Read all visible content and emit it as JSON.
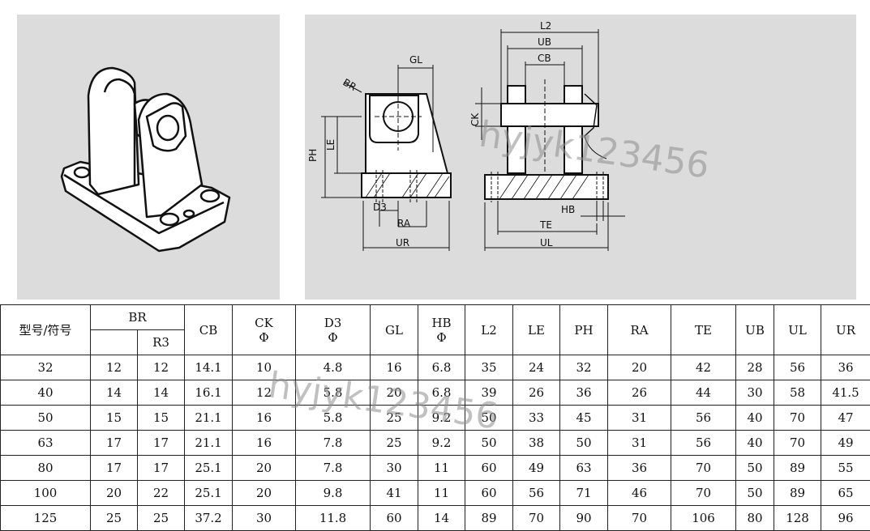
{
  "drawing": {
    "labels": {
      "L2": "L2",
      "UB": "UB",
      "CB": "CB",
      "GL": "GL",
      "BR": "BR",
      "CK": "CK",
      "PH": "PH",
      "LE": "LE",
      "D3": "D3",
      "RA": "RA",
      "UR": "UR",
      "HB": "HB",
      "TE": "TE",
      "UL": "UL"
    }
  },
  "watermark": "hyjyk123456",
  "table": {
    "model_header": "型号/符号",
    "br_header": "BR",
    "r3_header": "R3",
    "phi": "Φ",
    "columns": [
      "CB",
      "CK",
      "D3",
      "GL",
      "HB",
      "L2",
      "LE",
      "PH",
      "RA",
      "TE",
      "UB",
      "UL",
      "UR"
    ],
    "rows": [
      [
        "32",
        "12",
        "12",
        "14.1",
        "10",
        "4.8",
        "16",
        "6.8",
        "35",
        "24",
        "32",
        "20",
        "42",
        "28",
        "56",
        "36"
      ],
      [
        "40",
        "14",
        "14",
        "16.1",
        "12",
        "5.8",
        "20",
        "6.8",
        "39",
        "26",
        "36",
        "26",
        "44",
        "30",
        "58",
        "41.5"
      ],
      [
        "50",
        "15",
        "15",
        "21.1",
        "16",
        "5.8",
        "25",
        "9.2",
        "50",
        "33",
        "45",
        "31",
        "56",
        "40",
        "70",
        "47"
      ],
      [
        "63",
        "17",
        "17",
        "21.1",
        "16",
        "7.8",
        "25",
        "9.2",
        "50",
        "38",
        "50",
        "31",
        "56",
        "40",
        "70",
        "49"
      ],
      [
        "80",
        "17",
        "17",
        "25.1",
        "20",
        "7.8",
        "30",
        "11",
        "60",
        "49",
        "63",
        "36",
        "70",
        "50",
        "89",
        "55"
      ],
      [
        "100",
        "20",
        "22",
        "25.1",
        "20",
        "9.8",
        "41",
        "11",
        "60",
        "56",
        "71",
        "46",
        "70",
        "50",
        "89",
        "65"
      ],
      [
        "125",
        "25",
        "25",
        "37.2",
        "30",
        "11.8",
        "60",
        "14",
        "89",
        "70",
        "90",
        "70",
        "106",
        "80",
        "128",
        "96"
      ]
    ]
  }
}
